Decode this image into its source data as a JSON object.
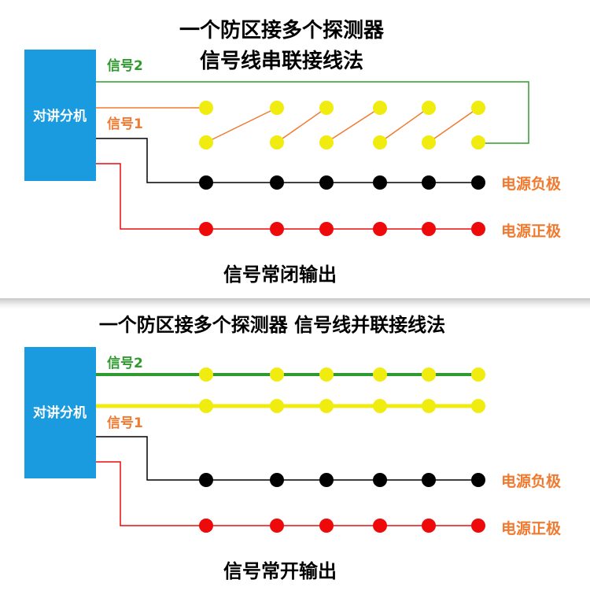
{
  "colors": {
    "box": "#1a9be0",
    "signal2": "#2f9a2f",
    "signal1": "#f07a30",
    "negative": "#000000",
    "positive": "#ee0a0a",
    "terminal": "#f0ec10",
    "power_label": "#f07a30"
  },
  "top_panel": {
    "title_line1": "一个防区接多个探测器",
    "title_line2": "信号线串联接线法",
    "box_label": "对讲分机",
    "signal2_label": "信号2",
    "signal1_label": "信号1",
    "negative_label": "电源负极",
    "positive_label": "电源正极",
    "output_label": "信号常闭输出",
    "detector_count": 6
  },
  "bottom_panel": {
    "title": "一个防区接多个探测器 信号线并联接线法",
    "box_label": "对讲分机",
    "signal2_label": "信号2",
    "signal1_label": "信号1",
    "negative_label": "电源负极",
    "positive_label": "电源正极",
    "output_label": "信号常开输出",
    "detector_count": 6
  }
}
